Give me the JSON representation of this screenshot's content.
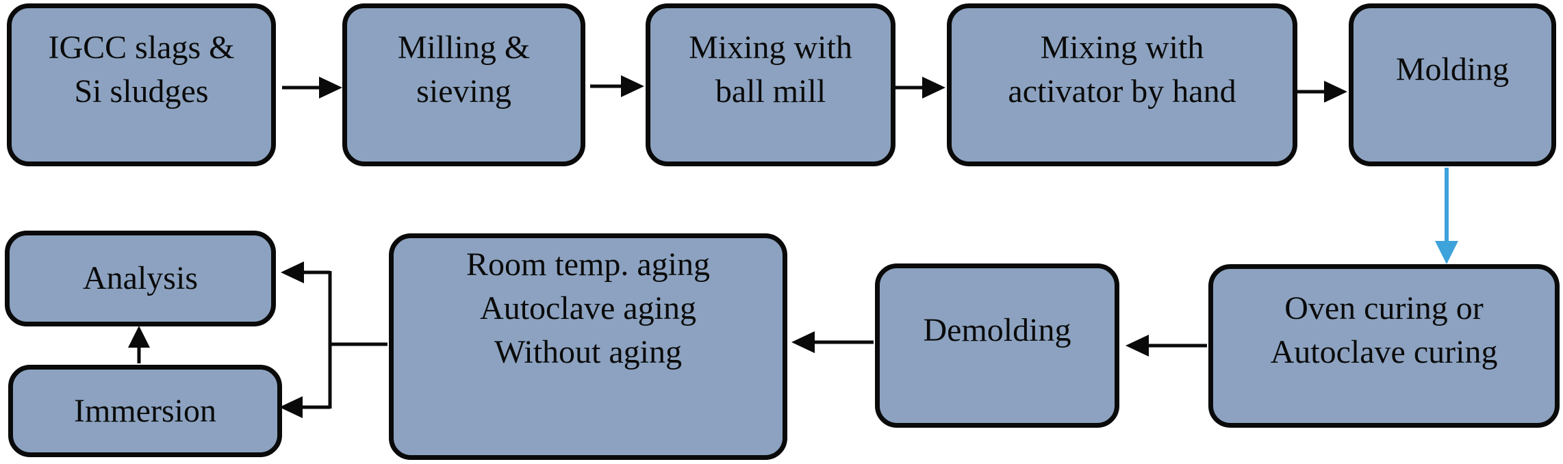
{
  "diagram": {
    "type": "flowchart",
    "background_color": "#ffffff",
    "node_fill_color": "#8CA2C0",
    "node_border_color": "#0a0a0a",
    "arrow_color": "#0a0a0a",
    "highlight_arrow_color": "#3EA2DB",
    "nodes": [
      {
        "id": "igcc-slags",
        "lines": [
          "IGCC slags &",
          "Si sludges"
        ]
      },
      {
        "id": "milling",
        "lines": [
          "Milling &",
          "sieving"
        ]
      },
      {
        "id": "ball-mill",
        "lines": [
          "Mixing with",
          "ball mill"
        ]
      },
      {
        "id": "activator",
        "lines": [
          "Mixing with",
          "activator by hand"
        ]
      },
      {
        "id": "molding",
        "lines": [
          "Molding"
        ]
      },
      {
        "id": "curing",
        "lines": [
          "Oven curing or",
          "Autoclave curing"
        ]
      },
      {
        "id": "demolding",
        "lines": [
          "Demolding"
        ]
      },
      {
        "id": "aging",
        "lines": [
          "Room temp. aging",
          "Autoclave aging",
          "Without aging"
        ]
      },
      {
        "id": "analysis",
        "lines": [
          "Analysis"
        ]
      },
      {
        "id": "immersion",
        "lines": [
          "Immersion"
        ]
      }
    ],
    "edges": [
      {
        "from": "igcc-slags",
        "to": "milling",
        "arrow": "black"
      },
      {
        "from": "milling",
        "to": "ball-mill",
        "arrow": "black"
      },
      {
        "from": "ball-mill",
        "to": "activator",
        "arrow": "black"
      },
      {
        "from": "activator",
        "to": "molding",
        "arrow": "black"
      },
      {
        "from": "molding",
        "to": "curing",
        "arrow": "blue"
      },
      {
        "from": "curing",
        "to": "demolding",
        "arrow": "black"
      },
      {
        "from": "demolding",
        "to": "aging",
        "arrow": "black"
      },
      {
        "from": "aging",
        "to": "analysis",
        "arrow": "black"
      },
      {
        "from": "aging",
        "to": "immersion",
        "arrow": "black"
      },
      {
        "from": "immersion",
        "to": "analysis",
        "arrow": "black"
      }
    ]
  }
}
